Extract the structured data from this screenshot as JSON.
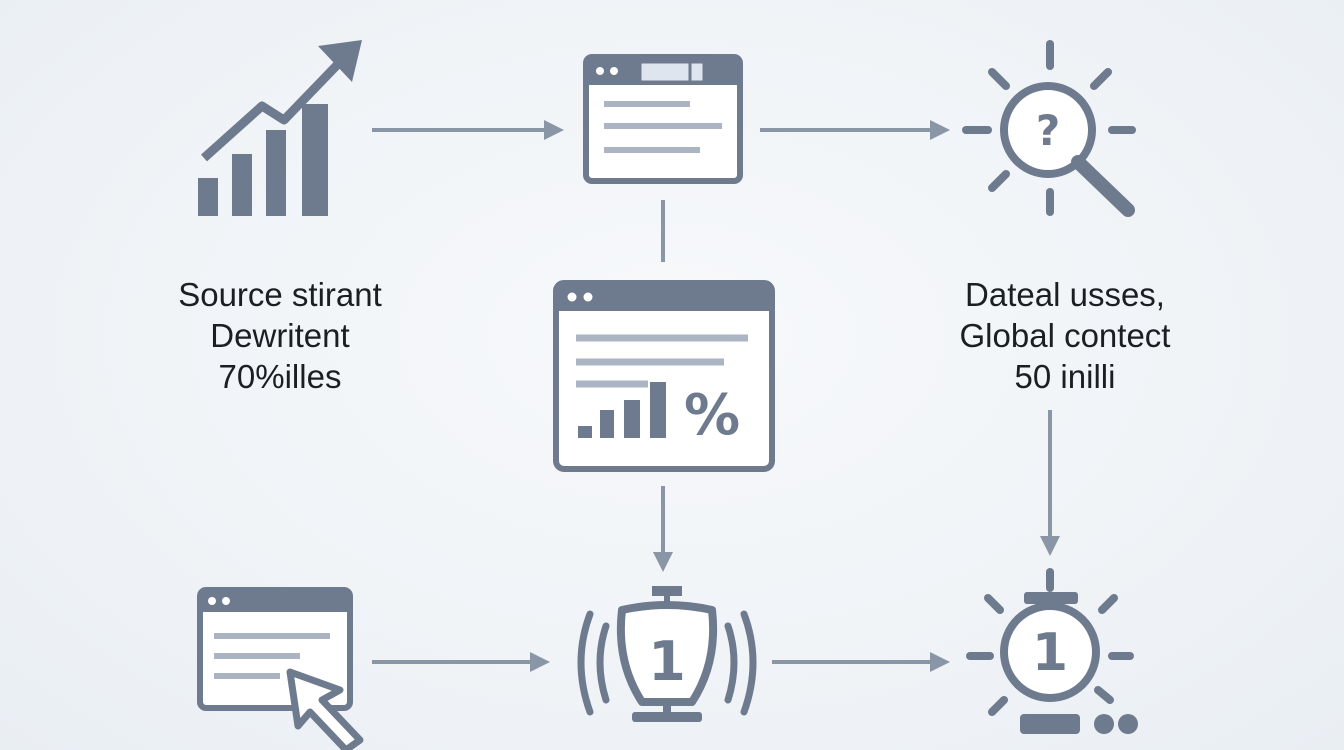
{
  "labels": {
    "left": [
      "Source stirant",
      "Dewritent",
      "70%illes"
    ],
    "right": [
      "Dateal usses,",
      "Global contect",
      "50 inilli"
    ]
  },
  "icons": {
    "trend_chart": "trending-bar-chart-icon",
    "browser_top": "browser-window-icon",
    "idea_search": "question-lightbulb-search-icon",
    "browser_percent": "browser-percent-chart-icon",
    "browser_cursor": "browser-cursor-icon",
    "alarm_device": "signal-timer-device-icon",
    "idea_one": "number-one-lightbulb-icon"
  },
  "icon_text": {
    "question": "?",
    "percent": "%",
    "device_number": "1",
    "bulb_number": "1"
  },
  "colors": {
    "icon": "#6e7a8d",
    "icon_light": "#aab4c3",
    "arrow": "#8a95a6",
    "text": "#1b1f24",
    "background": "#eef2f6"
  }
}
